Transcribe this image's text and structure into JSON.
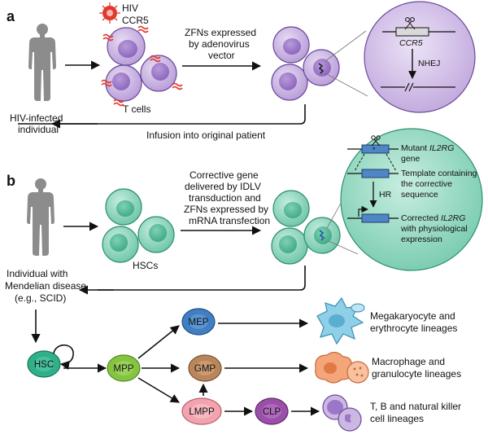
{
  "panel_a": {
    "letter": "a",
    "hiv_label": "HIV",
    "ccr5_label": "CCR5",
    "tcells_label": "T cells",
    "zfn_line1": "ZFNs expressed",
    "zfn_line2": "by adenovirus",
    "zfn_line3": "vector",
    "inset_gene": "CCR5",
    "inset_nhej": "NHEJ",
    "patient_line1": "HIV-infected",
    "patient_line2": "individual",
    "infusion": "Infusion into original patient"
  },
  "panel_b": {
    "letter": "b",
    "corrective_lines": [
      "Corrective gene",
      "delivered by IDLV",
      "transduction and",
      "ZFNs expressed by",
      "mRNA transfection"
    ],
    "hscs_label": "HSCs",
    "mutant_line1_prefix": "Mutant ",
    "mutant_line1_gene": "IL2RG",
    "mutant_line2": "gene",
    "template_lines": [
      "Template containing",
      "the corrective",
      "sequence"
    ],
    "hr_label": "HR",
    "corrected_prefix": "Corrected ",
    "corrected_gene": "IL2RG",
    "corrected_line2": "with physiological",
    "corrected_line3": "expression",
    "patient_lines": [
      "Individual with",
      "Mendelian disease",
      "(e.g., SCID)"
    ]
  },
  "hierarchy": {
    "hsc": "HSC",
    "mpp": "MPP",
    "mep": "MEP",
    "gmp": "GMP",
    "lmpp": "LMPP",
    "clp": "CLP",
    "mep_out": [
      "Megakaryocyte and",
      "erythrocyte lineages"
    ],
    "gmp_out": [
      "Macrophage and",
      "granulocyte lineages"
    ],
    "clp_out": [
      "T, B and natural killer",
      "cell lineages"
    ]
  },
  "colors": {
    "tcell_fill": "#c7b3e0",
    "tcell_nucleus": "#9a78c7",
    "hsc_fill": "#8fd3bc",
    "hsc_nucleus": "#57b99c",
    "inset_a_fill": "#cdb8e3",
    "inset_b_fill": "#8fd3bc",
    "virus_red": "#e03a2f",
    "gene_blue": "#4f86c6",
    "mep_blue": "#3f7fc2",
    "gmp_brown": "#b9855a",
    "lmpp_pink": "#f2a3ae",
    "clp_purple": "#9a4fa8",
    "hsc_node": "#2fb08a",
    "mpp_node": "#84c441"
  }
}
